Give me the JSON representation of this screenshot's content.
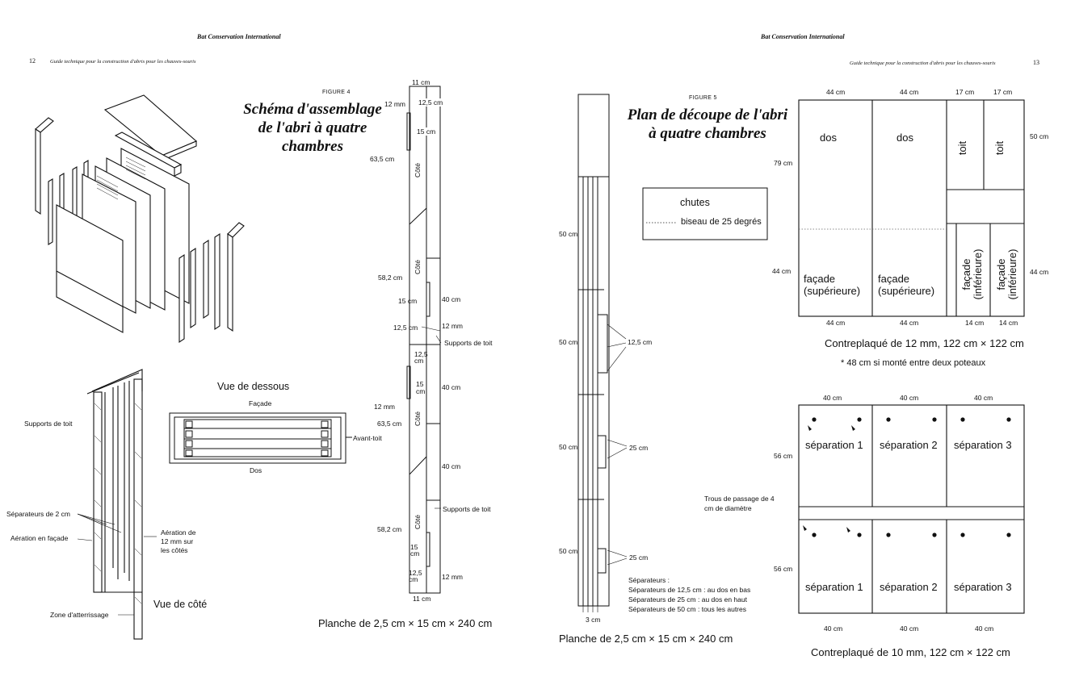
{
  "left_page": {
    "header": "Bat Conservation International",
    "page_number": "12",
    "running_title": "Guide technique pour la construction d'abris pour les chauves-souris",
    "figure_label": "FIGURE 4",
    "figure_title": [
      "Schéma d'assemblage",
      "de l'abri à quatre",
      "chambres"
    ],
    "side_view": {
      "title": "Vue de côté",
      "labels": {
        "roof_supports": "Supports de toit",
        "spacers": "Séparateurs de 2 cm",
        "front_vent": "Aération en façade",
        "side_vent": [
          "Aération de",
          "12 mm sur",
          "les côtés"
        ],
        "landing": "Zone d'atterrissage"
      }
    },
    "bottom_view": {
      "title": "Vue de dessous",
      "front": "Façade",
      "back": "Dos",
      "eave": "Avant-toit"
    },
    "board": {
      "top_width": "11 cm",
      "bottom_width": "11 cm",
      "labels": [
        "12 mm",
        "12,5 cm",
        "15 cm",
        "63,5 cm",
        "Côté",
        "58,2 cm",
        "Côté",
        "15 cm",
        "12 mm",
        "40 cm",
        "12,5 cm",
        "Supports de toit",
        "12,5",
        "cm",
        "15",
        "cm",
        "12 mm",
        "63,5 cm",
        "Côté",
        "40 cm",
        "Supports de toit",
        "58,2 cm",
        "Côté",
        "15",
        "cm",
        "40 cm",
        "12,5",
        "cm",
        "12 mm"
      ],
      "caption": "Planche de 2,5 cm × 15 cm × 240 cm"
    }
  },
  "right_page": {
    "header": "Bat Conservation International",
    "page_number": "13",
    "running_title": "Guide technique pour la construction d'abris pour les chauves-souris",
    "figure_label": "FIGURE 5",
    "figure_title": [
      "Plan de découpe de l'abri",
      "à quatre chambres"
    ],
    "legend": {
      "scrap": "chutes",
      "bevel": "biseau de 25 degrés"
    },
    "board": {
      "segment_labels": [
        "50 cm",
        "50 cm",
        "50 cm",
        "50 cm"
      ],
      "spacer_labels": [
        "12,5 cm",
        "25 cm",
        "25 cm"
      ],
      "bottom_width": "3 cm",
      "notes": [
        "Séparateurs :",
        "Séparateurs de 12,5 cm : au dos en bas",
        "Séparateurs de 25 cm : au dos en haut",
        "Séparateurs de 50 cm : tous les autres"
      ],
      "caption": "Planche de 2,5 cm × 15 cm × 240 cm"
    },
    "plywood12": {
      "top_dims": [
        "44 cm",
        "44 cm",
        "17 cm",
        "17 cm"
      ],
      "left_dims": [
        "79 cm",
        "44 cm"
      ],
      "right_dims": [
        "50 cm",
        "44 cm"
      ],
      "bottom_dims": [
        "44 cm",
        "44 cm",
        "14 cm",
        "14 cm"
      ],
      "pieces": {
        "back1": "dos",
        "back2": "dos",
        "roof1": "toit",
        "roof2": "toit",
        "front_upper": [
          "façade",
          "(supérieure)"
        ],
        "front_lower": [
          "façade",
          "(inférieure)"
        ]
      },
      "caption": "Contreplaqué de 12 mm, 122 cm × 122 cm",
      "note": "* 48 cm si monté entre deux poteaux"
    },
    "plywood10": {
      "top_dims": [
        "40 cm",
        "40 cm",
        "40 cm"
      ],
      "bottom_dims": [
        "40 cm",
        "40 cm",
        "40 cm"
      ],
      "left_dims": [
        "56 cm",
        "56 cm"
      ],
      "holes_label": [
        "Trous de passage de 4",
        "cm de diamètre"
      ],
      "pieces": [
        "séparation 1",
        "séparation 2",
        "séparation 3"
      ],
      "caption": "Contreplaqué de 10 mm, 122 cm × 122 cm"
    }
  }
}
